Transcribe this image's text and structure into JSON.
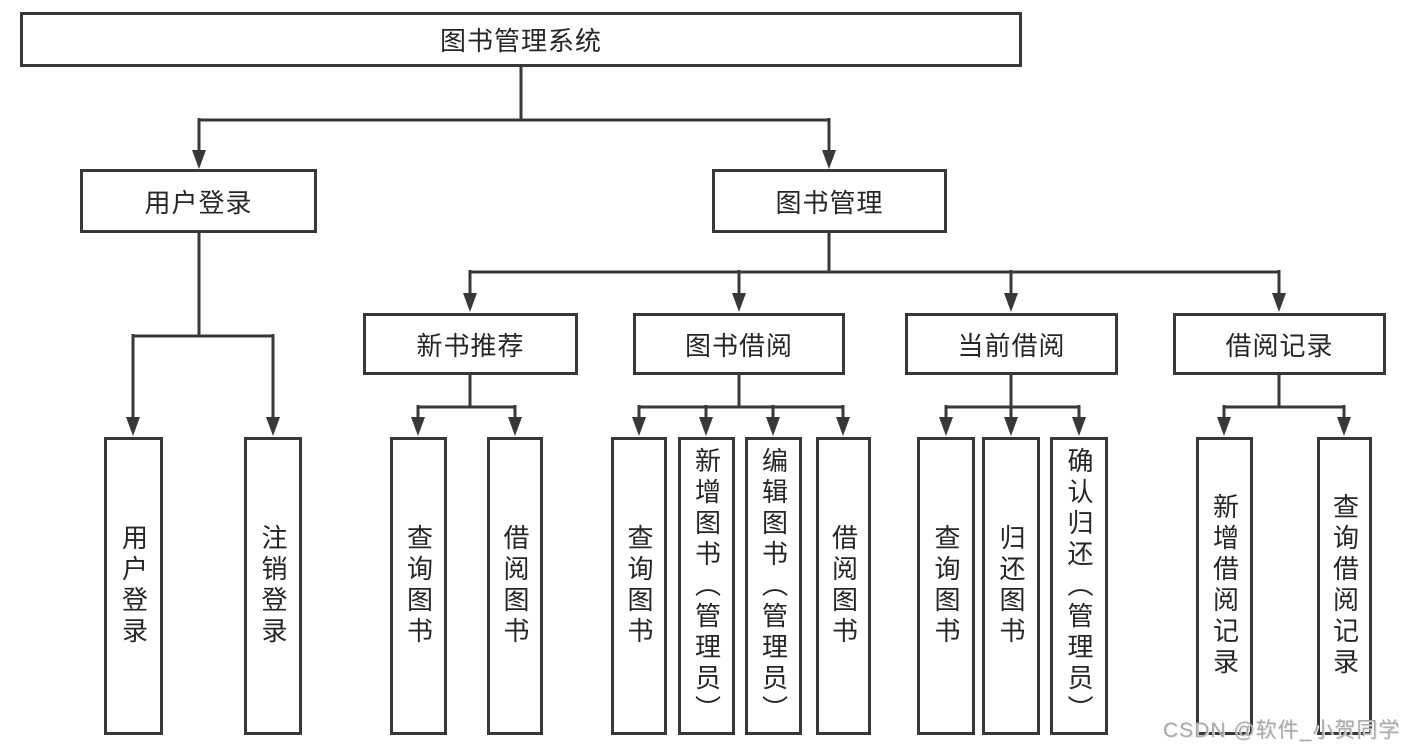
{
  "diagram": {
    "root": {
      "label": "图书管理系统"
    },
    "branches": [
      {
        "label": "用户登录",
        "children": [
          {
            "label": "用户登录"
          },
          {
            "label": "注销登录"
          }
        ]
      },
      {
        "label": "图书管理",
        "children": [
          {
            "label": "新书推荐",
            "children": [
              {
                "label": "查询图书"
              },
              {
                "label": "借阅图书"
              }
            ]
          },
          {
            "label": "图书借阅",
            "children": [
              {
                "label": "查询图书"
              },
              {
                "label": "新增图书（管理员）"
              },
              {
                "label": "编辑图书（管理员）"
              },
              {
                "label": "借阅图书"
              }
            ]
          },
          {
            "label": "当前借阅",
            "children": [
              {
                "label": "查询图书"
              },
              {
                "label": "归还图书"
              },
              {
                "label": "确认归还（管理员）"
              }
            ]
          },
          {
            "label": "借阅记录",
            "children": [
              {
                "label": "新增借阅记录"
              },
              {
                "label": "查询借阅记录"
              }
            ]
          }
        ]
      }
    ]
  },
  "watermark": {
    "text": "CSDN @软件_小贺同学"
  },
  "colors": {
    "background": "#ffffff",
    "line": "#383838",
    "text": "#262626",
    "watermark": "#a9a9a9"
  }
}
